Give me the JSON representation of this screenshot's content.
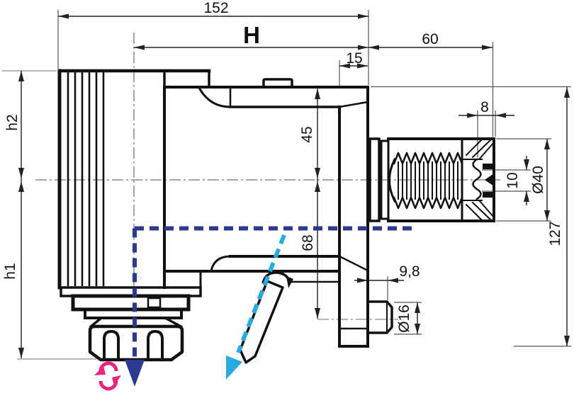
{
  "drawing": {
    "kind": "technical-dimension-drawing",
    "dims": {
      "d152": {
        "label": "152"
      },
      "dH": {
        "label": "H"
      },
      "d60": {
        "label": "60"
      },
      "d15": {
        "label": "15"
      },
      "d8": {
        "label": "8"
      },
      "d45": {
        "label": "45"
      },
      "d68": {
        "label": "68"
      },
      "d10": {
        "label": "10"
      },
      "d40": {
        "label": "Ø40"
      },
      "d127": {
        "label": "127"
      },
      "d98": {
        "label": "9,8"
      },
      "d16": {
        "label": "Ø16"
      },
      "h1": {
        "label": "h1"
      },
      "h2": {
        "label": "h2"
      }
    },
    "icons": {
      "rotation": "rotate-arrows-icon",
      "axial": "axial-feed-arrow-icon",
      "angled": "tool-direction-arrow-icon"
    },
    "colors": {
      "line": "#111111",
      "dimension": "#222222",
      "centerline": "#8a8a8a",
      "navy_arrow": "#2b3a8f",
      "cyan_arrow": "#29abe2",
      "magenta_rotation": "#e8247d"
    }
  }
}
